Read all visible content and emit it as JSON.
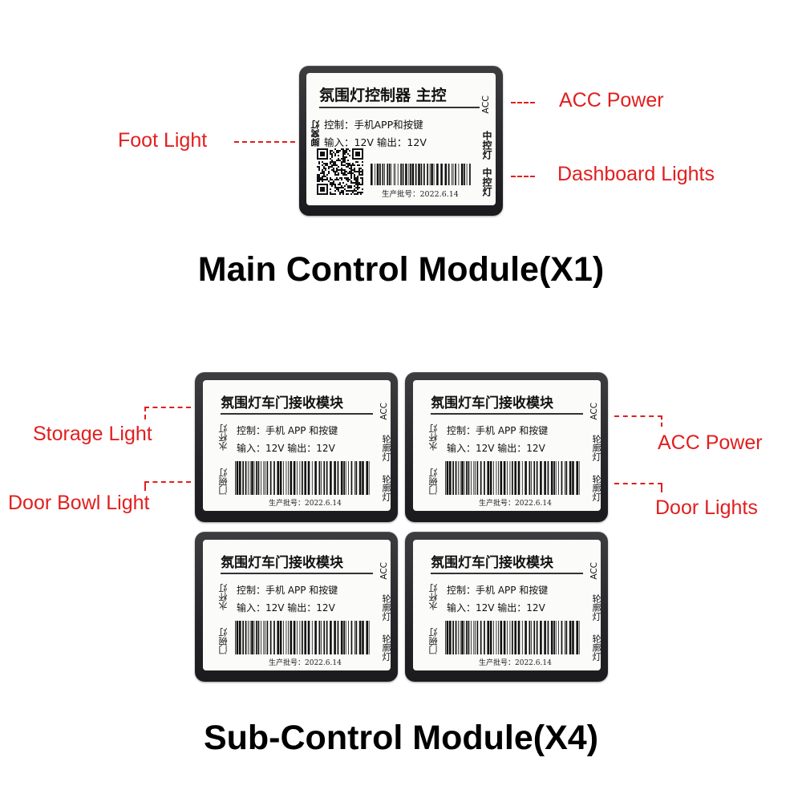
{
  "main_module": {
    "title": "氛围灯控制器 主控",
    "control": "控制：手机APP和按键",
    "io": "输入：12V  输出：12V",
    "batch": "生产批号：2022.6.14",
    "pin_left": "脚窝灯",
    "pin_right_top": "ACC",
    "pin_right_mid": "中控灯",
    "pin_right_bot": "中控灯"
  },
  "sub_module": {
    "title": "氛围灯车门接收模块",
    "control": "控制：手机 APP 和按键",
    "io": "输入：12V   输出：12V",
    "batch": "生产批号：2022.6.14",
    "pin_left_top": "水杯灯",
    "pin_left_bot": "门碗灯",
    "pin_right_top": "ACC",
    "pin_right_mid": "轮廓灯",
    "pin_right_bot": "轮廓灯"
  },
  "annotations": {
    "foot_light": "Foot Light",
    "acc_power_main": "ACC Power",
    "dashboard_lights": "Dashboard Lights",
    "storage_light": "Storage Light",
    "door_bowl_light": "Door Bowl Light",
    "acc_power_sub": "ACC Power",
    "door_lights": "Door Lights"
  },
  "headings": {
    "main": "Main Control Module(X1)",
    "sub": "Sub-Control Module(X4)"
  },
  "colors": {
    "annotation": "#e21e1e",
    "module_body": "#2a2a2d",
    "label": "#fbfbfa"
  }
}
